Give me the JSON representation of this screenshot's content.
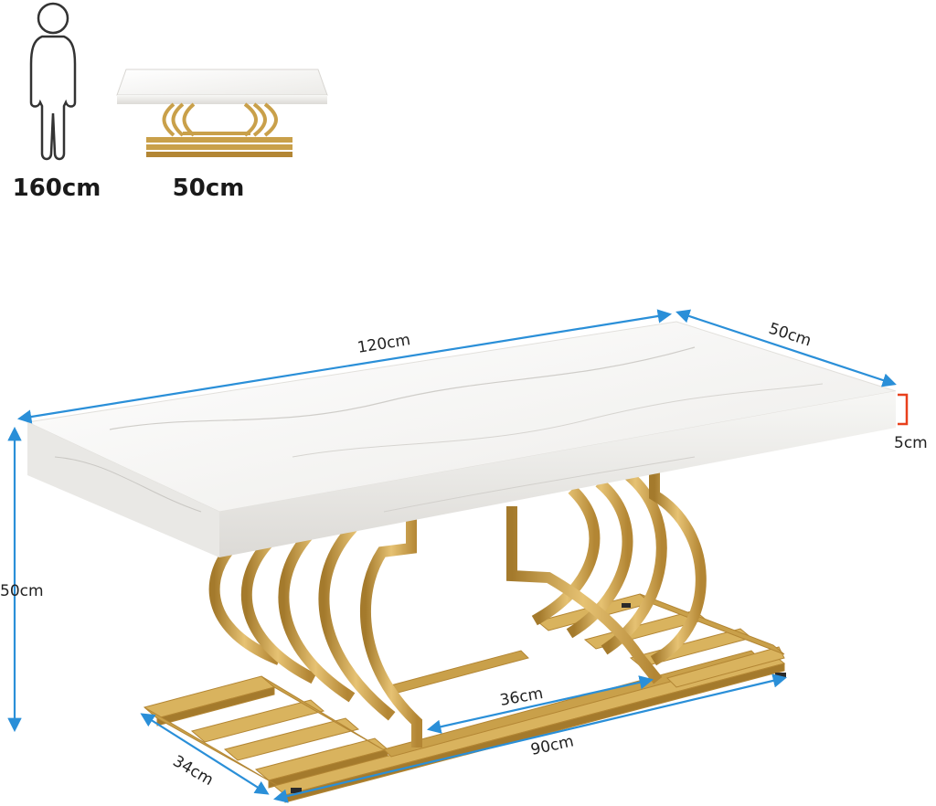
{
  "scale_reference": {
    "person_height": "160cm",
    "table_height": "50cm"
  },
  "dimensions": {
    "length": "120cm",
    "width": "50cm",
    "thickness": "5cm",
    "height": "50cm",
    "inner_gap": "36cm",
    "base_length": "90cm",
    "base_width": "34cm"
  },
  "colors": {
    "dimension_line": "#2a8fd8",
    "thickness_marker": "#e8401c",
    "gold": "#c9a04a",
    "gold_dark": "#a47a2c",
    "marble": "#f4f4f2"
  },
  "icons": [
    "person-icon",
    "table-thumbnail"
  ]
}
